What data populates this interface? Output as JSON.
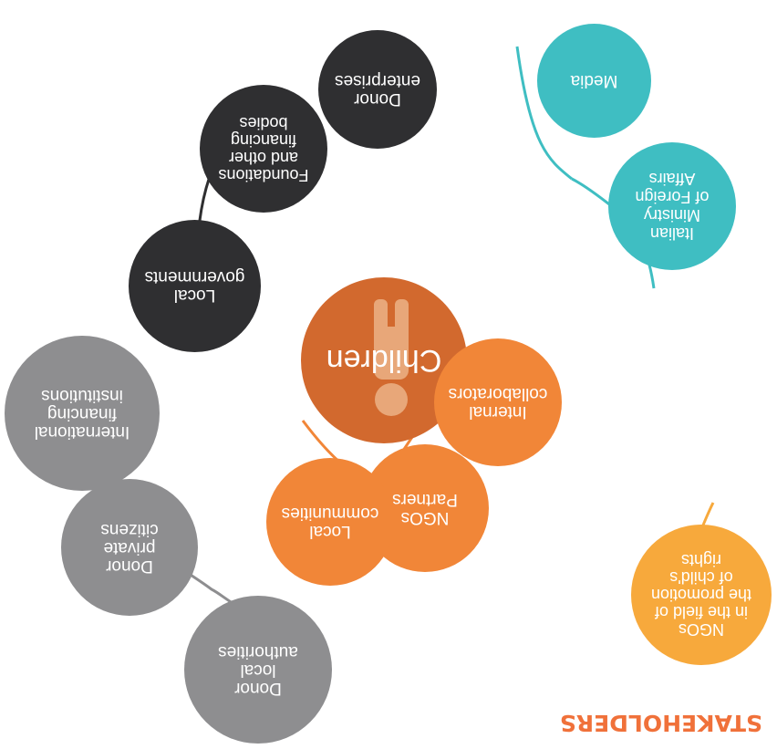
{
  "title": "STAKEHOLDERS",
  "colors": {
    "title": "#f0713a",
    "center": "#d2692e",
    "center_icon": "#e8a779",
    "orange": "#f18638",
    "yellow": "#f7a93c",
    "teal": "#3fbec2",
    "dark": "#2f2f31",
    "grey": "#8e8e90",
    "line": "#555555"
  },
  "center": {
    "label": "Children",
    "icon": "child-person-icon"
  },
  "groups": {
    "orange": [
      "Internal\ncollaborators",
      "NGOs\nPartners",
      "Local\ncommunities"
    ],
    "yellow": [
      "NGOs\nin the field of\nthe promotion\nof child's\nrights"
    ],
    "teal": [
      "Media",
      "Italian\nMinistry\nof Foreign\nAffairs"
    ],
    "dark": [
      "Donor\nenterprises",
      "Foundations\nand other\nfinancing\nbodies",
      "Local\ngovernments"
    ],
    "grey": [
      "International\nfinancing\ninstitutions",
      "Donor\nprivate\ncitizens",
      "Donor\nlocal\nauthorities"
    ]
  }
}
